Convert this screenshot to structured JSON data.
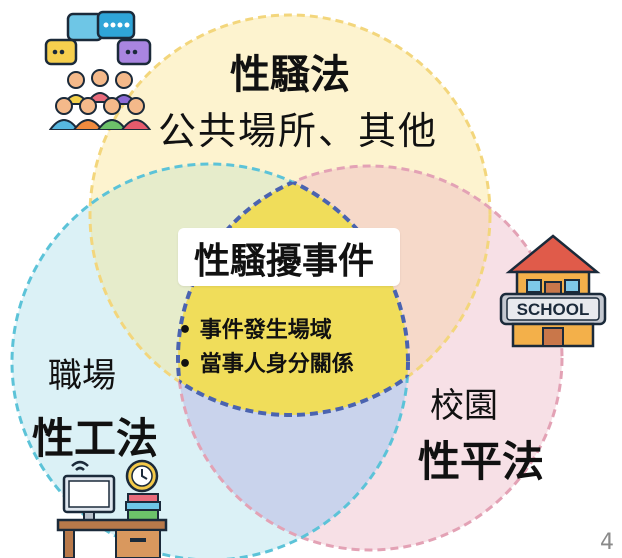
{
  "top": {
    "law": "性騷法",
    "scope": "公共場所、其他"
  },
  "center": {
    "title": "性騷擾事件",
    "bullets": [
      "• 事件發生場域",
      "• 當事人身分關係"
    ]
  },
  "left": {
    "place": "職場",
    "law": "性工法"
  },
  "right": {
    "place": "校園",
    "law": "性平法"
  },
  "school_sign": "SCHOOL",
  "page_number": "4",
  "colors": {
    "top_circle": "#fdf3cf",
    "left_circle": "#d5eef4",
    "right_circle": "#f6dde3",
    "top_stroke": "#f3d67c",
    "left_stroke": "#5cc3d8",
    "right_stroke": "#e3a2b5",
    "center_stroke": "#4a63b0",
    "center_fill": "#f0dd5a"
  },
  "icons": [
    "meeting-people-icon",
    "school-building-icon",
    "workplace-desk-icon"
  ]
}
